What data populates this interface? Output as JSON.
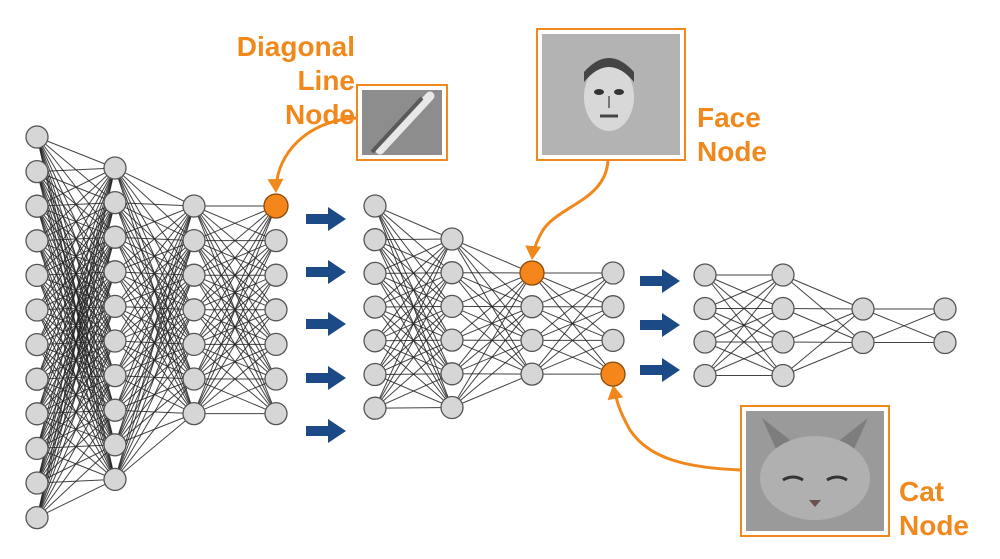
{
  "labels": {
    "diagonal_line_node": [
      "Diagonal",
      "Line",
      "Node"
    ],
    "face_node": [
      "Face",
      "Node"
    ],
    "cat_node": [
      "Cat",
      "Node"
    ]
  },
  "colors": {
    "accent": "#f0881c",
    "node_fill": "#d6d6d6",
    "node_stroke": "#555555",
    "highlight_fill": "#f5861b",
    "arrow": "#1c4a86",
    "edge": "#222222"
  },
  "icons": {
    "flow_arrow": "arrow-right-icon",
    "diagonal_feature": "diagonal-line-image",
    "face_feature": "face-image",
    "cat_feature": "cat-image"
  },
  "network": {
    "stages": [
      {
        "layers": [
          12,
          10,
          7,
          7
        ]
      },
      {
        "layers": [
          7,
          6,
          4,
          4
        ]
      },
      {
        "layers": [
          4,
          4,
          2,
          2
        ]
      }
    ],
    "highlighted": [
      "diagonal-line-node",
      "face-node",
      "cat-node"
    ]
  }
}
